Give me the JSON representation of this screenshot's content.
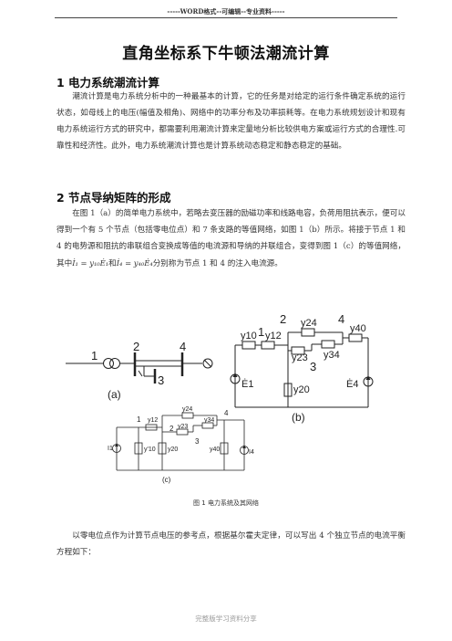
{
  "header": "-----WORD格式--可编辑--专业资料-----",
  "title": "直角坐标系下牛顿法潮流计算",
  "sections": [
    {
      "heading": "1 电力系统潮流计算",
      "paragraph": "潮流计算是电力系统分析中的一种最基本的计算，它的任务是对给定的运行条件确定系统的运行状态，如母线上的电压(幅值及相角)、网络中的功率分布及功率损耗等。在电力系统规划设计和现有电力系统运行方式的研究中，都需要利用潮流计算来定量地分析比较供电方案或运行方式的合理性.可靠性和经济性。此外，电力系统潮流计算也是计算系统动态稳定和静态稳定的基础。"
    },
    {
      "heading": "2 节点导纳矩阵的形成",
      "paragraph_a": "在图 1（a）的简单电力系统中，若略去变压器的励磁功率和线路电容，负荷用阻抗表示，便可以得到一个有 5 个节点（包括零电位点）和 7 条支路的等值网络，如图 1（b）所示。将接于节点 1 和 4 的电势源和阻抗的串联组合变换成等值的电流源和导纳的并联组合，变得到图 1（c）的等值网络，其中",
      "formula1": "İ₁ = y₁₀Ė₁",
      "conj": "和",
      "formula2": "İ₄ = y₄₀Ė₄",
      "paragraph_b": "分别称为节点 1 和 4 的注入电流源。"
    }
  ],
  "figure": {
    "caption": "图 1  电力系统及其网络",
    "a": {
      "label": "(a)",
      "nodes": [
        "1",
        "2",
        "4",
        "3"
      ]
    },
    "b": {
      "label": "(b)",
      "nodes": [
        "2",
        "1",
        "4",
        "3"
      ],
      "elements": [
        "y10",
        "y12",
        "y24",
        "y23",
        "y34",
        "y40",
        "y20",
        "Ė1",
        "Ė4"
      ]
    },
    "c": {
      "label": "(c)",
      "nodes": [
        "1",
        "2",
        "3",
        "4"
      ],
      "elements": [
        "y12",
        "y24",
        "y23",
        "y34",
        "y'10",
        "y20",
        "y40",
        "I1",
        "I4"
      ]
    }
  },
  "closing": "以零电位点作为计算节点电压的参考点，根据基尔霍夫定律，可以写出 4 个独立节点的电流平衡方程如下：",
  "footer": "完整版学习资料分享"
}
